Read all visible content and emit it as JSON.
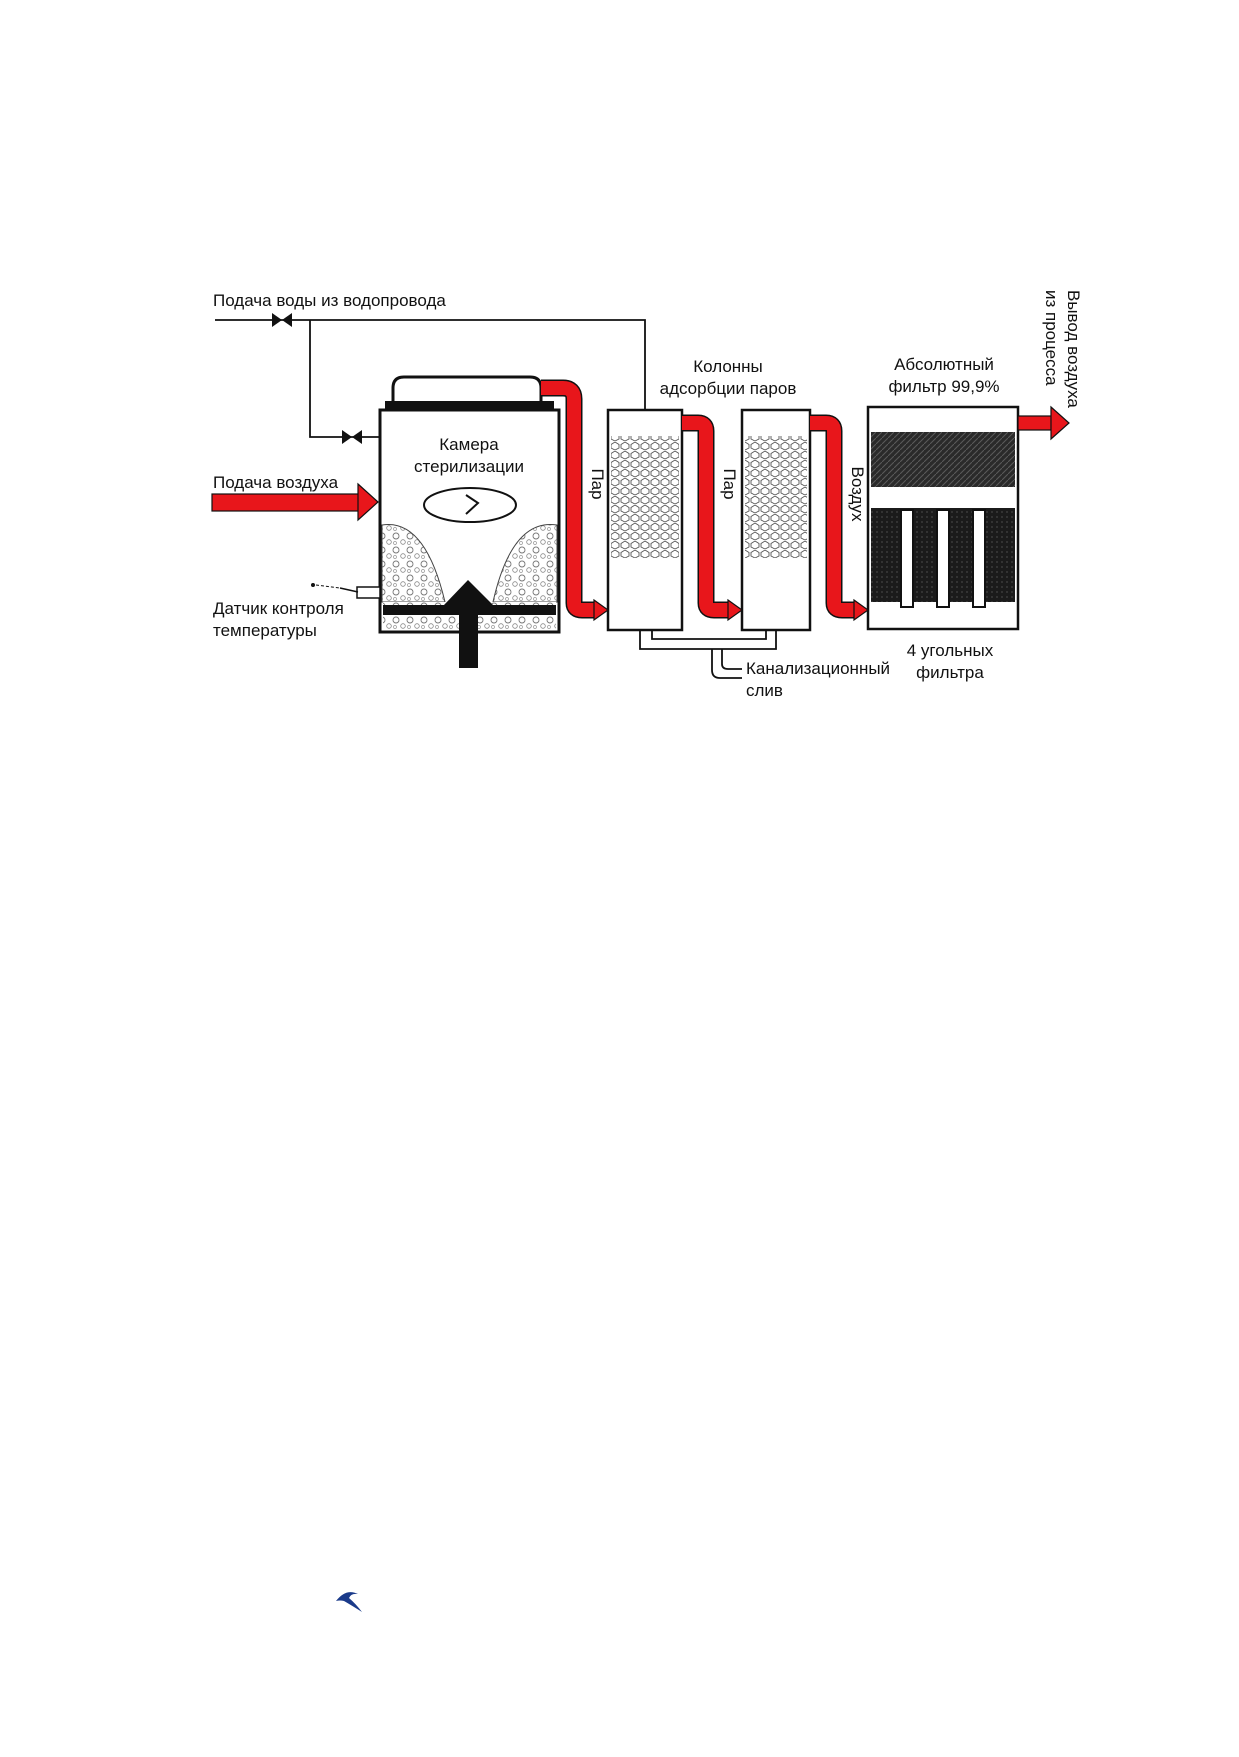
{
  "diagram": {
    "labels": {
      "water_supply": "Подача воды из водопровода",
      "air_supply": "Подача воздуха",
      "chamber_line1": "Камера",
      "chamber_line2": "стерилизации",
      "sensor_line1": "Датчик контроля",
      "sensor_line2": "температуры",
      "columns_line1": "Колонны",
      "columns_line2": "адсорбции паров",
      "steam_1": "Пар",
      "steam_2": "Пар",
      "air": "Воздух",
      "absolute_line1": "Абсолютный",
      "absolute_line2": "фильтр 99,9%",
      "coal_line1": "4 угольных",
      "coal_line2": "фильтра",
      "drain_line1": "Канализационный",
      "drain_line2": "слив",
      "exhaust_line1": "Вывод воздуха",
      "exhaust_line2": "из процесса"
    },
    "colors": {
      "flow": "#e8161b",
      "line": "#111111",
      "dark_fill": "#1a1a1a"
    }
  }
}
